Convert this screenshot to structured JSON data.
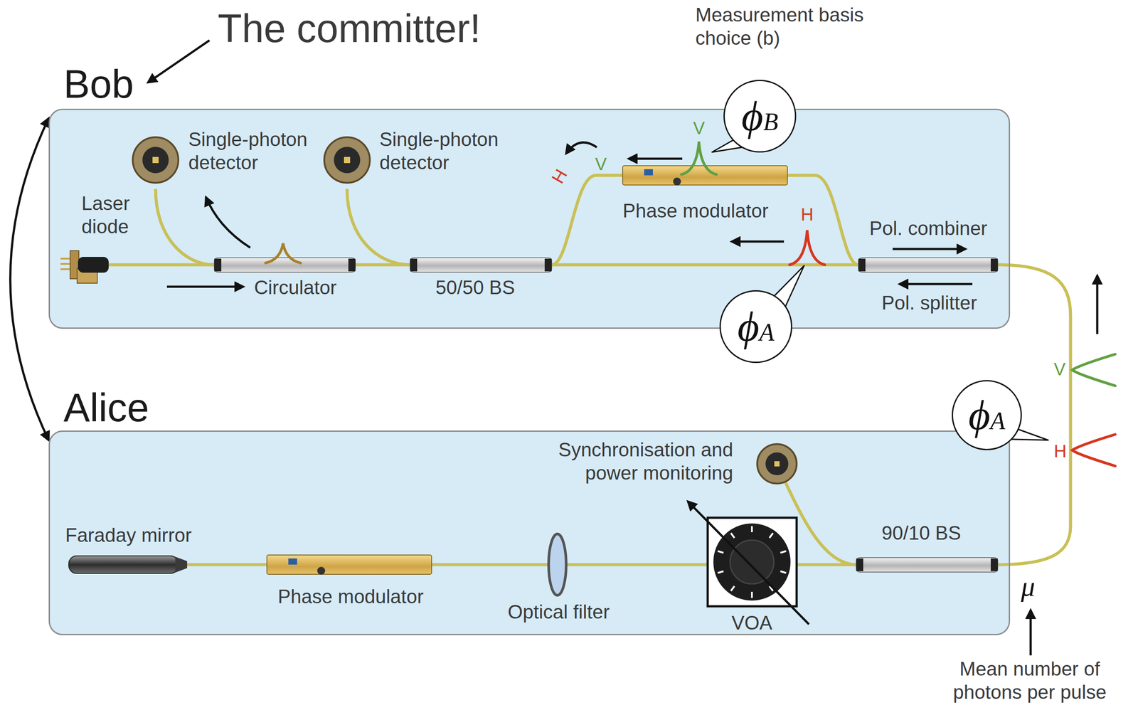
{
  "diagram": {
    "nodes": [
      {
        "text": [
          "Bob"
        ]
      },
      {
        "text": [
          "ϕB"
        ],
        "in": 0
      },
      {
        "text": [
          "ϕA"
        ],
        "in": 0
      },
      {
        "text": [
          "Alice"
        ]
      },
      {
        "text": [
          "ϕA"
        ]
      }
    ],
    "edges": [
      {
        "from": 0,
        "to": 3,
        "arrow": "both"
      }
    ],
    "labels": [
      "The committer!",
      "Measurement basis choice (b)",
      "Single-photon detector",
      "Single-photon detector",
      "V",
      "Laser diode",
      "V",
      "H",
      "Phase modulator",
      "H",
      "Pol. combiner",
      "Circulator",
      "50/50 BS",
      "Pol. splitter",
      "V",
      "Synchronisation and power monitoring",
      "H",
      "Faraday mirror",
      "90/10 BS",
      "μ",
      "Phase modulator",
      "Optical filter",
      "VOA",
      "Mean number of photons per pulse"
    ]
  }
}
